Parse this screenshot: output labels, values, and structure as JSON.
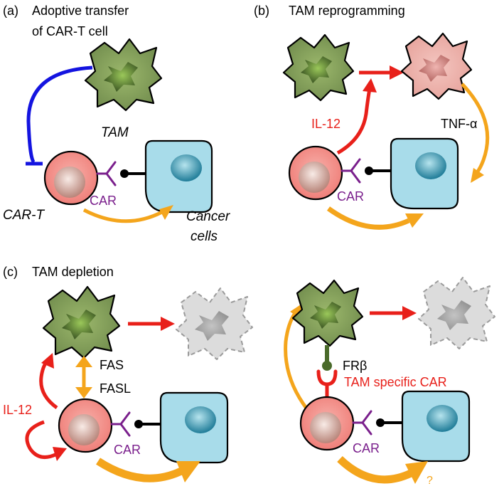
{
  "panel_a": {
    "tag": "(a)",
    "title_line1": "Adoptive transfer",
    "title_line2": "of CAR-T cell",
    "tam_label": "TAM",
    "car_label": "CAR",
    "cart_label": "CAR-T",
    "cancer_line1": "Cancer",
    "cancer_line2": "cells"
  },
  "panel_b": {
    "tag": "(b)",
    "title": "TAM reprogramming",
    "il12_label": "IL-12",
    "tnf_label": "TNF-α",
    "car_label": "CAR"
  },
  "panel_c": {
    "tag": "(c)",
    "title": "TAM depletion",
    "fas_label": "FAS",
    "fasl_label": "FASL",
    "il12_label": "IL-12",
    "car_label_left": "CAR",
    "fr_label": "FRβ",
    "tam_car_label": "TAM specific CAR",
    "car_label_right": "CAR",
    "question_mark": "?"
  },
  "colors": {
    "tam_green": "#6f8a4c",
    "tcell_pink": "#f08a86",
    "cancer_blue": "#a8dcea",
    "inhibit_blue": "#1414e0",
    "arrow_red": "#e8201a",
    "arrow_orange": "#f4a51c",
    "car_purple": "#7a1f8c",
    "dead_grey": "#d6d6d6"
  }
}
